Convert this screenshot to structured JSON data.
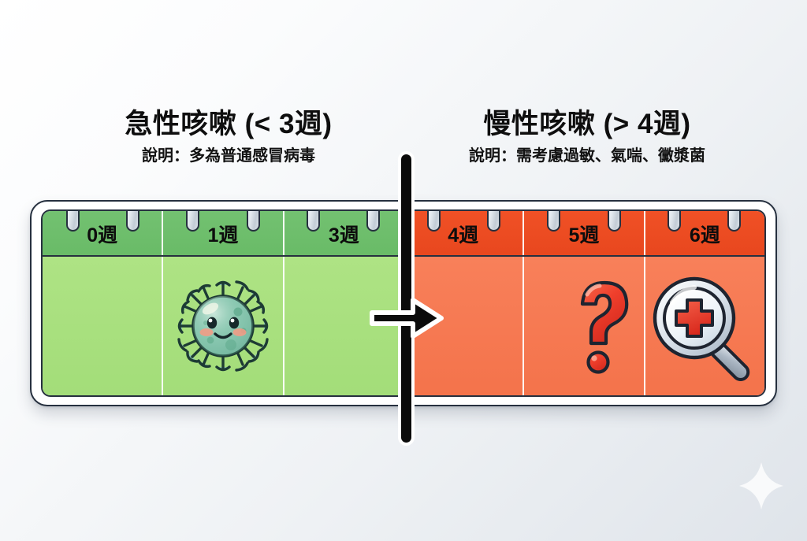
{
  "background": {
    "sparkle_icon": "sparkle-icon"
  },
  "sections": {
    "acute": {
      "title": "急性咳嗽 (< 3週)",
      "subtitle": "說明：多為普通感冒病毒",
      "header_color": "#69bb67",
      "body_color": "#a7e07e",
      "weeks": [
        "0週",
        "1週",
        "3週"
      ],
      "icon": "virus-icon"
    },
    "chronic": {
      "title": "慢性咳嗽 (> 4週)",
      "subtitle": "說明：需考慮過敏、氣喘、黴漿菌",
      "header_color": "#ef4a22",
      "body_color": "#f77a52",
      "weeks": [
        "4週",
        "5週",
        "6週"
      ],
      "icons": [
        "question-mark-icon",
        "magnifier-medical-icon"
      ]
    }
  },
  "divider": {
    "name": "section-divider",
    "arrow_icon": "arrow-right-icon"
  },
  "rings": {
    "count_per_panel": 6,
    "color": "#dbe2e9"
  }
}
